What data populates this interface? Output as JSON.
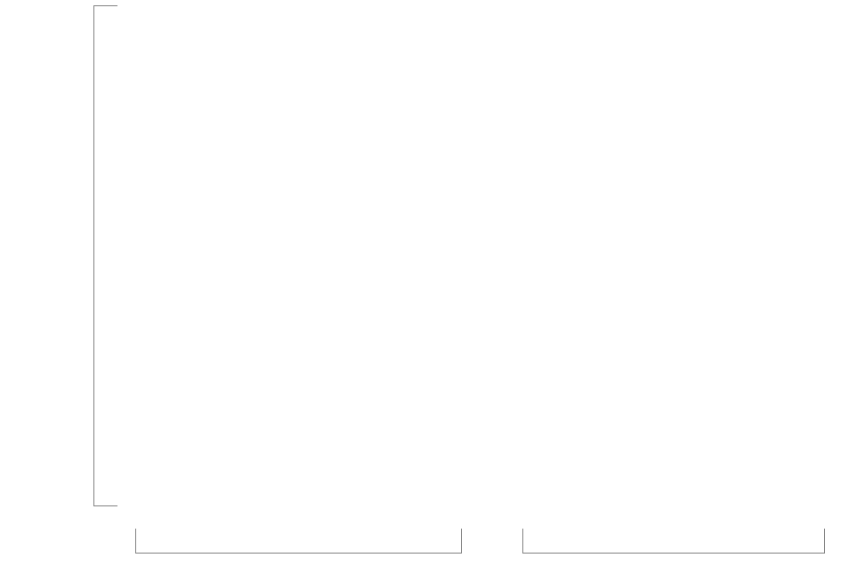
{
  "diagram": {
    "line_color": "#808080",
    "background_color": "#ffffff",
    "brackets": [
      {
        "name": "left-vertical-bracket",
        "orientation": "vertical"
      },
      {
        "name": "bottom-left-bracket",
        "orientation": "horizontal"
      },
      {
        "name": "bottom-right-bracket",
        "orientation": "horizontal"
      }
    ]
  }
}
